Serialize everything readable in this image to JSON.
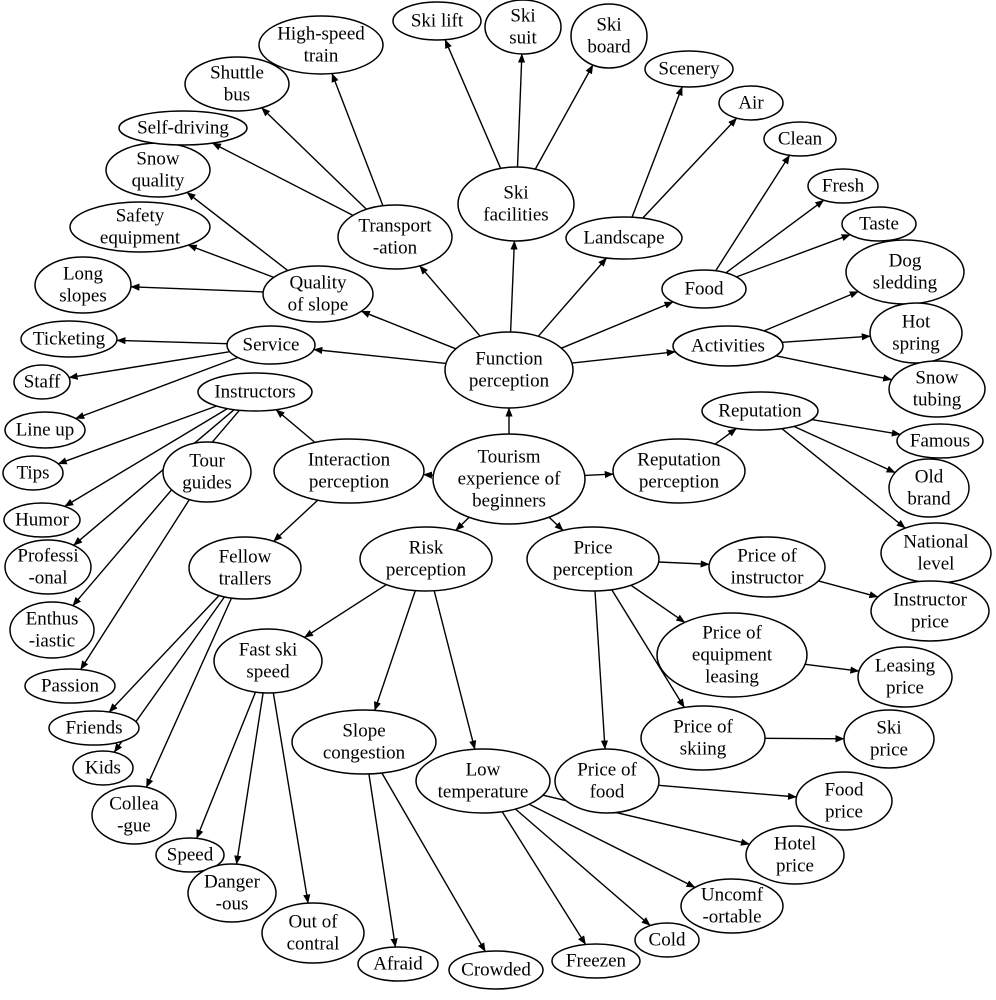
{
  "diagram": {
    "nodes": {
      "tourism": [
        "Tourism",
        "experience of",
        "beginners"
      ],
      "function": [
        "Function",
        "perception"
      ],
      "interaction": [
        "Interaction",
        "perception"
      ],
      "reputation_p": [
        "Reputation",
        "perception"
      ],
      "risk": [
        "Risk",
        "perception"
      ],
      "price_p": [
        "Price",
        "perception"
      ],
      "service": [
        "Service"
      ],
      "quality": [
        "Quality",
        "of slope"
      ],
      "transport": [
        "Transport",
        "-ation"
      ],
      "skifac": [
        "Ski",
        "facilities"
      ],
      "landscape": [
        "Landscape"
      ],
      "food": [
        "Food"
      ],
      "activities": [
        "Activities"
      ],
      "ticketing": [
        "Ticketing"
      ],
      "staff": [
        "Staff"
      ],
      "lineup": [
        "Line up"
      ],
      "longslopes": [
        "Long",
        "slopes"
      ],
      "safety": [
        "Safety",
        "equipment"
      ],
      "snowq": [
        "Snow",
        "quality"
      ],
      "selfdriving": [
        "Self-driving"
      ],
      "shuttle": [
        "Shuttle",
        "bus"
      ],
      "highspeed": [
        "High-speed",
        "train"
      ],
      "skilift": [
        "Ski lift"
      ],
      "skisuit": [
        "Ski",
        "suit"
      ],
      "skiboard": [
        "Ski",
        "board"
      ],
      "scenery": [
        "Scenery"
      ],
      "air": [
        "Air"
      ],
      "clean": [
        "Clean"
      ],
      "fresh": [
        "Fresh"
      ],
      "taste": [
        "Taste"
      ],
      "dog": [
        "Dog",
        "sledding"
      ],
      "hotspring": [
        "Hot",
        "spring"
      ],
      "snowtubing": [
        "Snow",
        "tubing"
      ],
      "instructors": [
        "Instructors"
      ],
      "tourguides": [
        "Tour",
        "guides"
      ],
      "fellow": [
        "Fellow",
        "trallers"
      ],
      "tips": [
        "Tips"
      ],
      "humor": [
        "Humor"
      ],
      "profess": [
        "Professi",
        "-onal"
      ],
      "enthus": [
        "Enthus",
        "-iastic"
      ],
      "passion": [
        "Passion"
      ],
      "friends": [
        "Friends"
      ],
      "kids": [
        "Kids"
      ],
      "collea": [
        "Collea",
        "-gue"
      ],
      "reputation": [
        "Reputation"
      ],
      "famous": [
        "Famous"
      ],
      "oldbrand": [
        "Old",
        "brand"
      ],
      "national": [
        "National",
        "level"
      ],
      "fastski": [
        "Fast ski",
        "speed"
      ],
      "speed": [
        "Speed"
      ],
      "danger": [
        "Danger",
        "-ous"
      ],
      "outof": [
        "Out of",
        "contral"
      ],
      "slopecong": [
        "Slope",
        "congestion"
      ],
      "afraid": [
        "Afraid"
      ],
      "crowded": [
        "Crowded"
      ],
      "lowtemp": [
        "Low",
        "temperature"
      ],
      "freezen": [
        "Freezen"
      ],
      "cold": [
        "Cold"
      ],
      "uncomf": [
        "Uncomf",
        "-ortable"
      ],
      "priceinst": [
        "Price of",
        "instructor"
      ],
      "instprice": [
        "Instructor",
        "price"
      ],
      "priceequip": [
        "Price of",
        "equipment",
        "leasing"
      ],
      "leasing": [
        "Leasing",
        "price"
      ],
      "priceski": [
        "Price of",
        "skiing"
      ],
      "skiprice": [
        "Ski",
        "price"
      ],
      "pricefood": [
        "Price of",
        "food"
      ],
      "foodprice": [
        "Food",
        "price"
      ],
      "hotelprice": [
        "Hotel",
        "price"
      ]
    }
  }
}
